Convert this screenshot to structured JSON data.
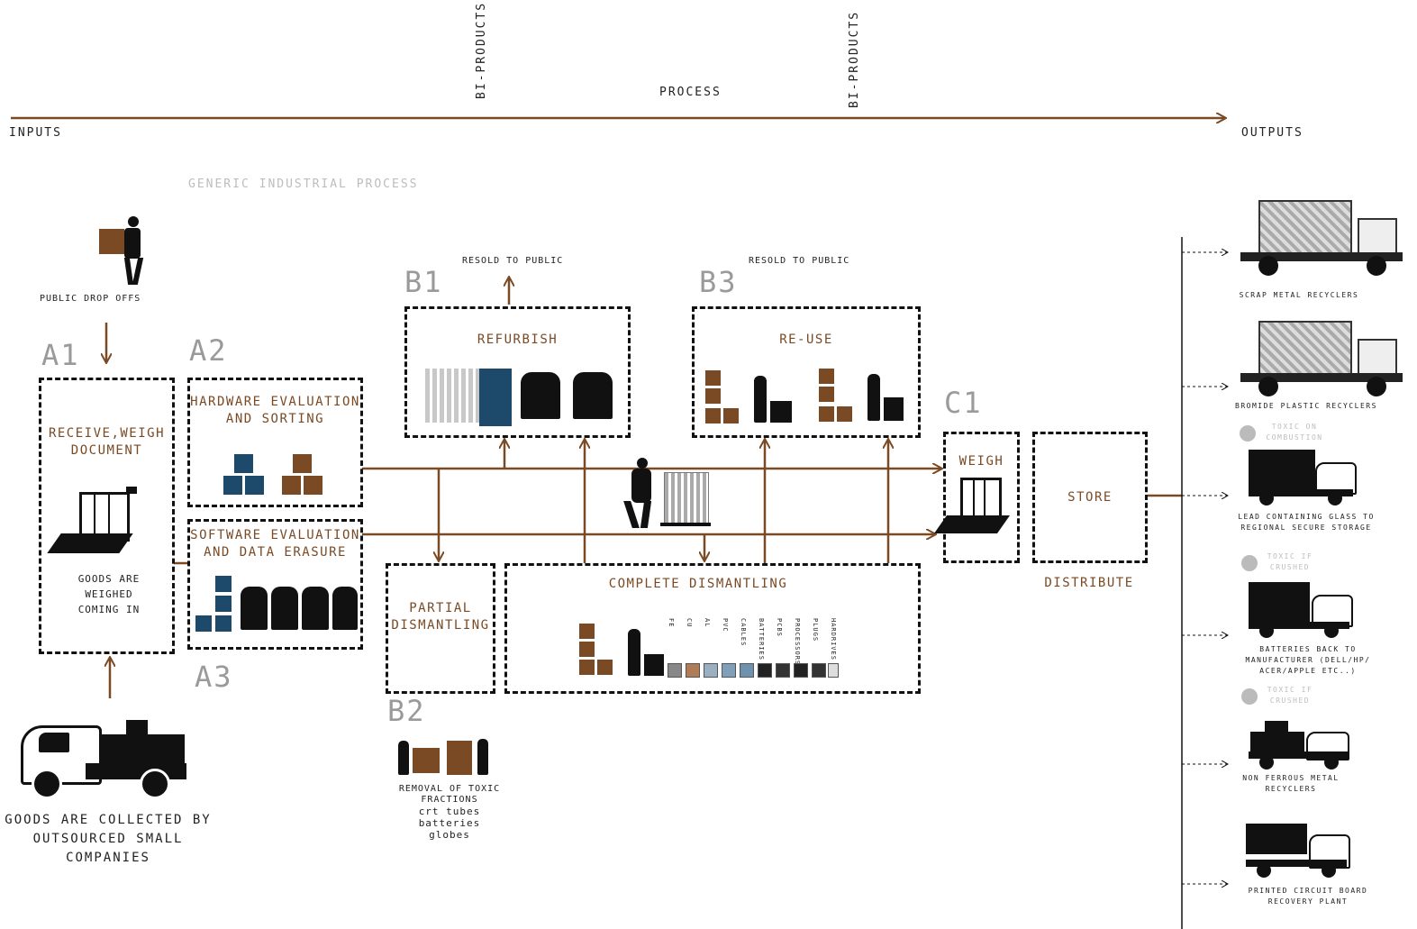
{
  "header": {
    "inputs": "INPUTS",
    "outputs": "OUTPUTS",
    "process": "PROCESS",
    "biproducts_1": "BI-PRODUCTS",
    "biproducts_2": "BI-PRODUCTS",
    "subtitle": "GENERIC INDUSTRIAL PROCESS"
  },
  "inputs": {
    "public_drop_offs": "PUBLIC DROP OFFS",
    "collected": "GOODS ARE COLLECTED BY OUTSOURCED SMALL COMPANIES"
  },
  "stages": {
    "a1": {
      "id": "A1",
      "label": "RECEIVE,WEIGH DOCUMENT",
      "note": "GOODS ARE WEIGHED COMING IN"
    },
    "a2": {
      "id": "A2",
      "label": "HARDWARE EVALUATION AND SORTING"
    },
    "a3": {
      "id": "A3",
      "label": "SOFTWARE EVALUATION AND DATA ERASURE"
    },
    "b1": {
      "id": "B1",
      "label": "REFURBISH",
      "resold": "RESOLD TO PUBLIC"
    },
    "b2": {
      "id": "B2",
      "label": "PARTIAL DISMANTLING",
      "note_title": "REMOVAL OF TOXIC FRACTIONS",
      "note_items": [
        "crt tubes",
        "batteries",
        "globes"
      ]
    },
    "b3": {
      "id": "B3",
      "label": "RE-USE",
      "resold": "RESOLD TO PUBLIC"
    },
    "complete": {
      "label": "COMPLETE DISMANTLING",
      "materials": [
        "FE",
        "CU",
        "AL",
        "PVC",
        "CABLES",
        "BATTERIES",
        "PCBS",
        "PROCESSORS",
        "PLUGS",
        "HARDRIVES"
      ]
    },
    "c1": {
      "id": "C1",
      "label": "WEIGH"
    },
    "store": {
      "label": "STORE",
      "distribute": "DISTRIBUTE"
    }
  },
  "outputs": [
    {
      "label": "SCRAP METAL RECYCLERS",
      "warning": ""
    },
    {
      "label": "BROMIDE PLASTIC RECYCLERS",
      "warning": ""
    },
    {
      "label": "LEAD CONTAINING GLASS TO REGIONAL SECURE STORAGE",
      "warning": "TOXIC ON COMBUSTION"
    },
    {
      "label": "BATTERIES BACK TO MANUFACTURER (DELL/HP/ ACER/APPLE ETC..)",
      "warning": "TOXIC IF CRUSHED"
    },
    {
      "label": "NON FERROUS METAL RECYCLERS",
      "warning": "TOXIC IF CRUSHED"
    },
    {
      "label": "PRINTED CIRCUIT BOARD RECOVERY PLANT",
      "warning": ""
    }
  ],
  "colors": {
    "brown": "#7a4a24",
    "blue": "#1d4a6b",
    "arrow": "#7a4a24"
  }
}
